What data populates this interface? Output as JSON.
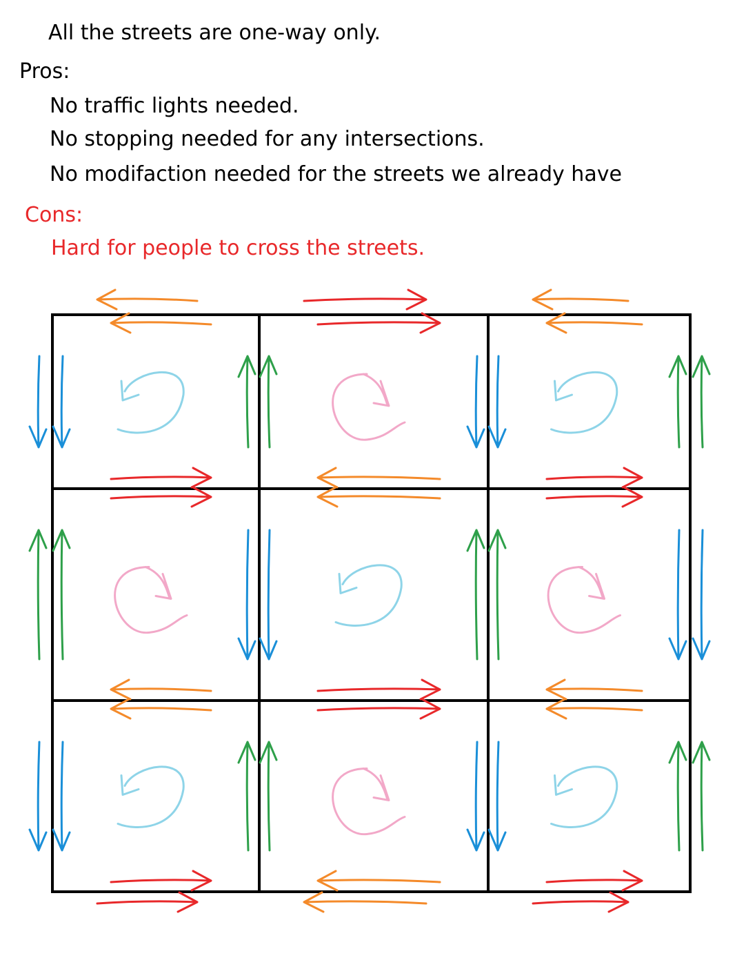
{
  "text": {
    "intro": "All the streets are one-way only.",
    "pros_heading": "Pros:",
    "pros": [
      "No traffic lights needed.",
      "No stopping needed for any intersections.",
      "No modifaction needed for the streets we already have"
    ],
    "cons_heading": "Cons:",
    "cons": [
      "Hard for people to cross the streets."
    ]
  },
  "colors": {
    "text": "#000000",
    "cons_text": "#e8282a",
    "grid": "#000000",
    "arrow_red": "#e8282a",
    "arrow_orange": "#f48a2a",
    "arrow_green": "#2ea04a",
    "arrow_blue": "#1a8fd8",
    "loop_cyan": "#8ed4e8",
    "loop_pink": "#f2a8c8"
  },
  "grid": {
    "rows": 3,
    "cols": 3,
    "block_rotation": [
      [
        "counterclockwise",
        "clockwise",
        "counterclockwise"
      ],
      [
        "clockwise",
        "counterclockwise",
        "clockwise"
      ],
      [
        "counterclockwise",
        "clockwise",
        "counterclockwise"
      ]
    ],
    "horizontal_lanes": [
      [
        "left",
        "right",
        "left"
      ],
      [
        "right",
        "left",
        "right"
      ],
      [
        "left",
        "right",
        "left"
      ],
      [
        "right",
        "left",
        "right"
      ]
    ],
    "vertical_lanes": [
      [
        "down",
        "up",
        "down",
        "up"
      ],
      [
        "up",
        "down",
        "up",
        "down"
      ],
      [
        "down",
        "up",
        "down",
        "up"
      ]
    ]
  }
}
